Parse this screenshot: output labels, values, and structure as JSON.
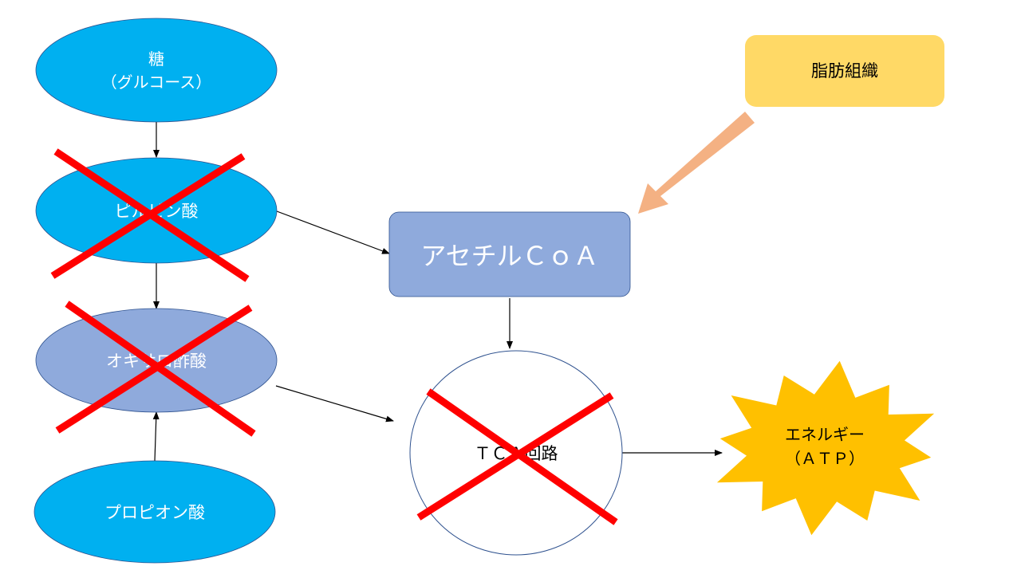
{
  "nodes": {
    "sugar": {
      "line1": "糖",
      "line2": "（グルコース）"
    },
    "pyruvate": {
      "label": "ピルビン酸"
    },
    "oxaloacetate": {
      "label": "オキサロ酢酸"
    },
    "propionate": {
      "label": "プロピオン酸"
    },
    "acetyl_coa": {
      "label": "アセチルＣｏＡ"
    },
    "tca": {
      "label": "ＴＣＡ回路"
    },
    "adipose": {
      "label": "脂肪組織"
    },
    "energy": {
      "line1": "エネルギー",
      "line2": "（ＡＴＰ）"
    }
  },
  "colors": {
    "sky_blue": "#00b0f0",
    "periwinkle": "#8faadc",
    "gold": "#ffc000",
    "light_yellow": "#ffd966",
    "peach": "#f4b183",
    "red_cross": "#ff0000",
    "text_white": "#ffffff",
    "text_dark": "#000000",
    "outline": "#2f528f"
  },
  "crossed_out": [
    "pyruvate",
    "oxaloacetate",
    "tca"
  ]
}
